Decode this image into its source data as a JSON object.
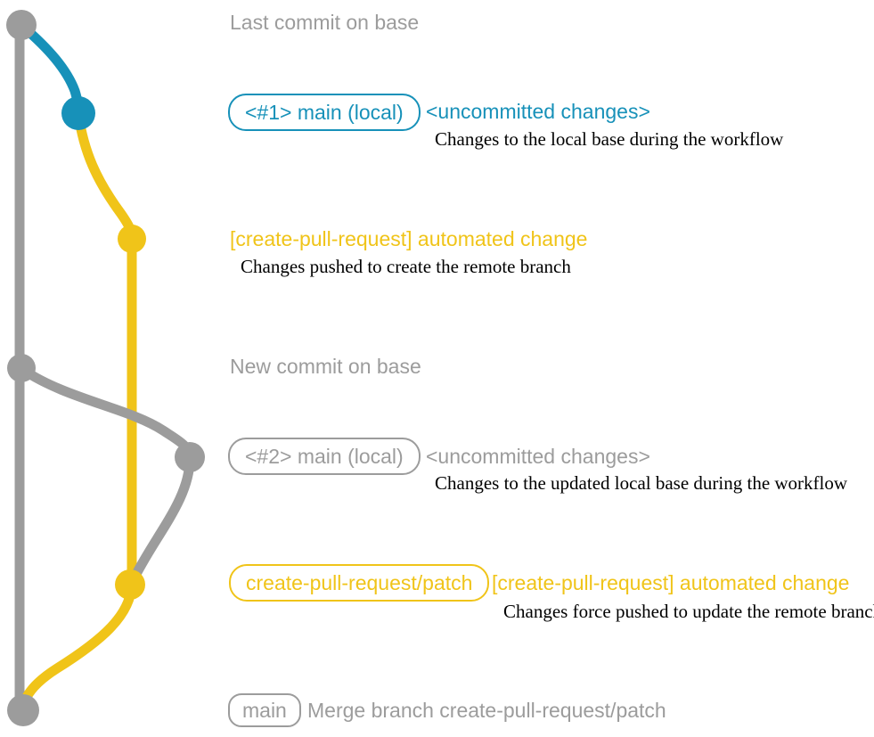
{
  "colors": {
    "gray": "#9c9c9c",
    "blue": "#1791b9",
    "yellow": "#f0c419",
    "note_black": "#000000"
  },
  "annotations": {
    "last_commit_label": "Last commit on base",
    "new_commit_label": "New commit on base",
    "local1": {
      "badge": "<#1> main (local)",
      "status": "<uncommitted changes>",
      "note": "Changes to the local base during the workflow"
    },
    "automated1": {
      "title": "[create-pull-request] automated change",
      "note": "Changes pushed to create the remote branch"
    },
    "local2": {
      "badge": "<#2> main (local)",
      "status": "<uncommitted changes>",
      "note": "Changes to the updated local base during the workflow"
    },
    "automated2": {
      "badge": "create-pull-request/patch",
      "title": "[create-pull-request] automated change",
      "note": "Changes force pushed to update the remote branch"
    },
    "merge": {
      "badge": "main",
      "message": "Merge branch create-pull-request/patch"
    }
  }
}
